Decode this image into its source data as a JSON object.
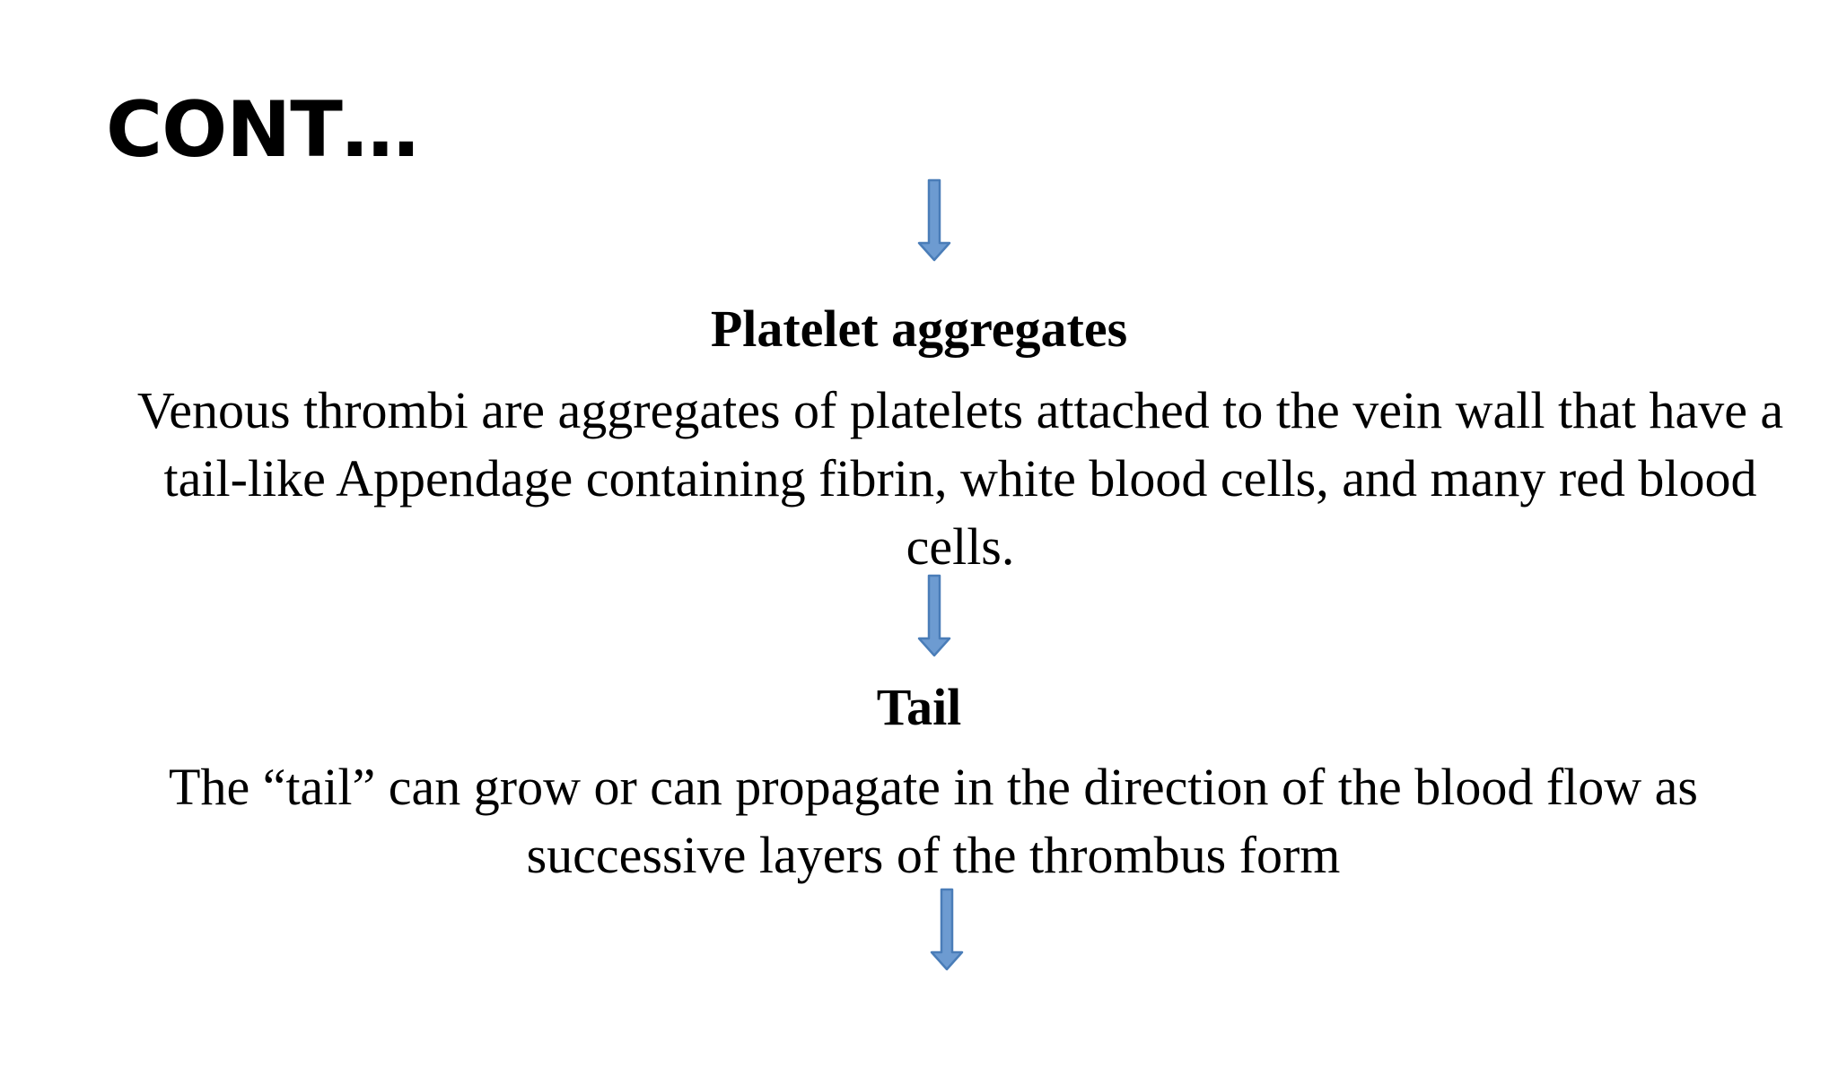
{
  "slide": {
    "title": "CONT…",
    "arrow_color": "#6D9BD1",
    "arrow_outline_color": "#4A7DB8",
    "arrow_icon": "down-arrow-icon",
    "sections": [
      {
        "heading": "Platelet aggregates",
        "text": "Venous thrombi are aggregates of platelets attached to the vein wall that have a tail-like Appendage containing fibrin, white blood cells, and many red blood cells."
      },
      {
        "heading": "Tail",
        "text": "The “tail” can grow or can propagate in the direction of the blood flow as successive layers of the thrombus form"
      }
    ]
  }
}
